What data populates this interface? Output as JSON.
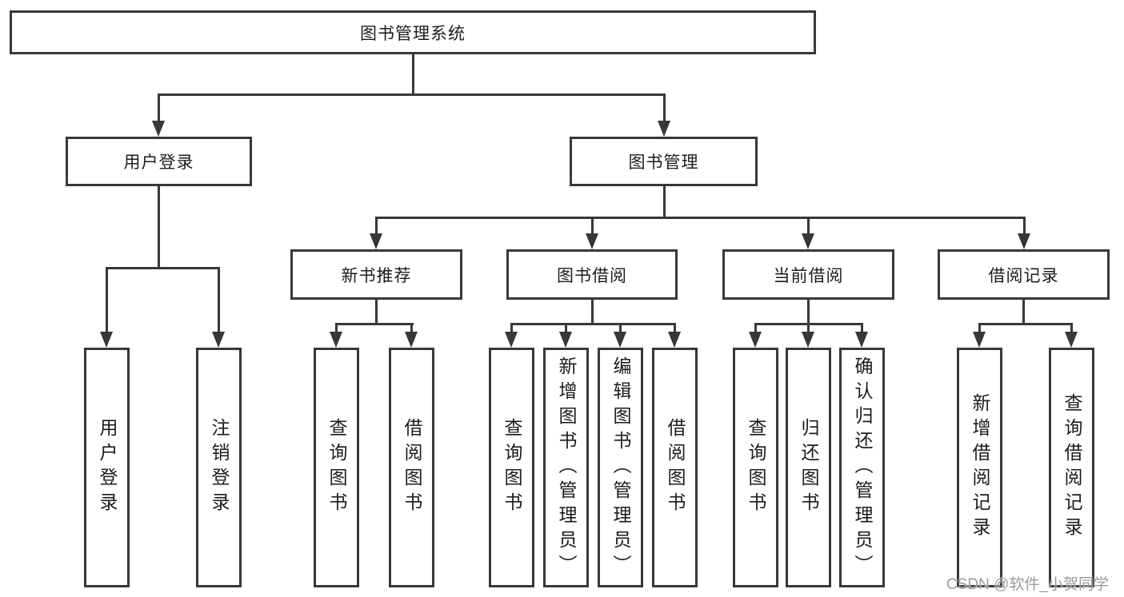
{
  "root": {
    "label": "图书管理系统"
  },
  "level2": [
    {
      "label": "用户登录",
      "children": [
        {
          "label": "用户登录"
        },
        {
          "label": "注销登录"
        }
      ]
    },
    {
      "label": "图书管理"
    }
  ],
  "modules": [
    {
      "label": "新书推荐",
      "children": [
        {
          "label": "查询图书"
        },
        {
          "label": "借阅图书"
        }
      ]
    },
    {
      "label": "图书借阅",
      "children": [
        {
          "label": "查询图书"
        },
        {
          "label": "新增图书（管理员）"
        },
        {
          "label": "编辑图书（管理员）"
        },
        {
          "label": "借阅图书"
        }
      ]
    },
    {
      "label": "当前借阅",
      "children": [
        {
          "label": "查询图书"
        },
        {
          "label": "归还图书"
        },
        {
          "label": "确认归还（管理员）"
        }
      ]
    },
    {
      "label": "借阅记录",
      "children": [
        {
          "label": "新增借阅记录"
        },
        {
          "label": "查询借阅记录"
        }
      ]
    }
  ],
  "watermark": {
    "text": "CSDN @软件_小贺同学",
    "color": "#9b9b9b"
  },
  "colors": {
    "line": "#383838",
    "text": "#1c1c1c",
    "background": "#ffffff"
  }
}
